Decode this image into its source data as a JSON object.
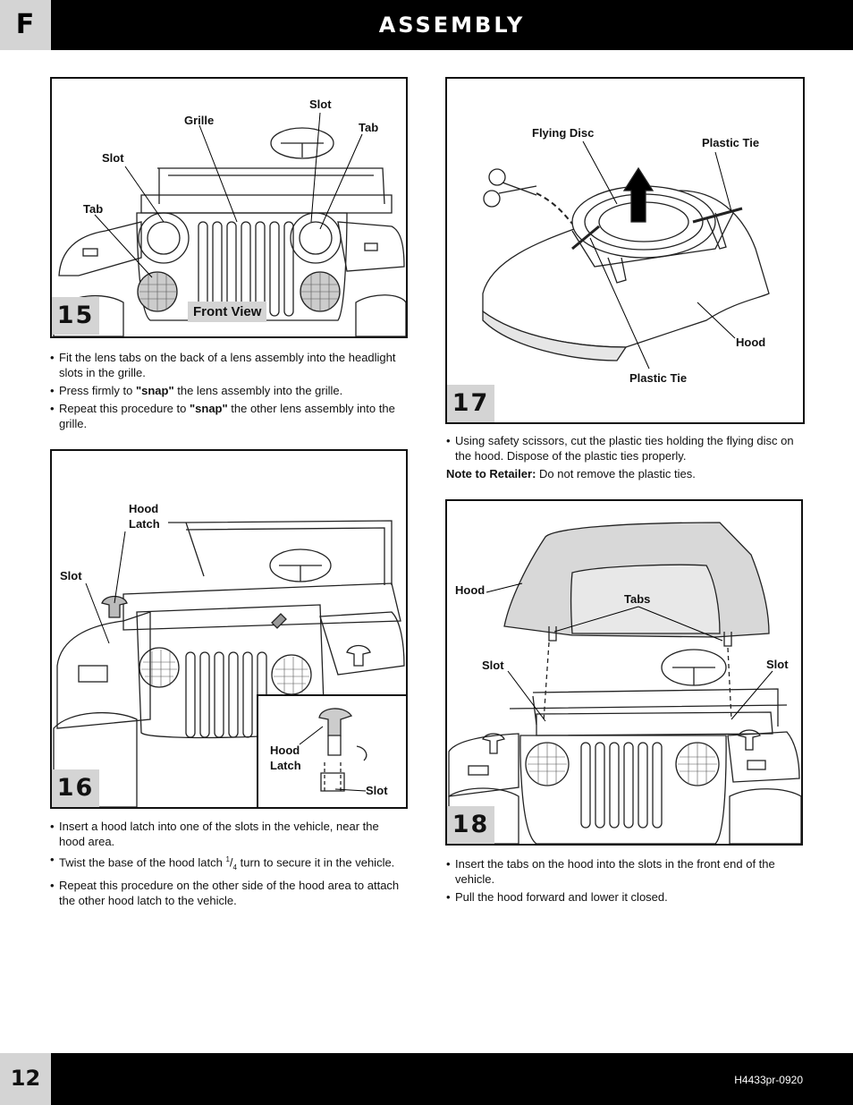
{
  "header": {
    "section_letter": "F",
    "title": "ASSEMBLY"
  },
  "footer": {
    "page_number": "12",
    "doc_code": "H4433pr-0920"
  },
  "step15": {
    "number": "15",
    "labels": {
      "grille": "Grille",
      "slot_top": "Slot",
      "tab_top": "Tab",
      "slot_left": "Slot",
      "tab_left": "Tab"
    },
    "view_label": "Front View",
    "bullets": [
      "Fit the lens tabs on the back of a lens assembly into the headlight slots in the grille.",
      {
        "pre": "Press firmly to ",
        "bold": "\"snap\"",
        "post": " the lens assembly into the grille."
      },
      {
        "pre": "Repeat this procedure to ",
        "bold": "\"snap\"",
        "post": " the other lens assembly into the grille."
      }
    ]
  },
  "step16": {
    "number": "16",
    "labels": {
      "hood_latch_top": "Hood\nLatch",
      "slot_left": "Slot",
      "hood_latch_inset": "Hood\nLatch",
      "slot_inset": "Slot"
    },
    "bullets": [
      "Insert a hood latch into one of the slots in the vehicle, near the hood area.",
      {
        "pre": "Twist the base of the hood latch ",
        "frac_num": "1",
        "frac_den": "4",
        "post": " turn to secure it in the vehicle."
      },
      "Repeat this procedure on the other side of the hood area to attach the other hood latch to the vehicle."
    ]
  },
  "step17": {
    "number": "17",
    "labels": {
      "flying_disc": "Flying Disc",
      "plastic_tie_top": "Plastic Tie",
      "hood": "Hood",
      "plastic_tie_bottom": "Plastic Tie"
    },
    "bullets": [
      "Using safety scissors, cut the plastic ties holding the flying disc on the hood. Dispose of the plastic ties properly."
    ],
    "note": {
      "label": "Note to Retailer:",
      "text": " Do not remove the plastic ties."
    }
  },
  "step18": {
    "number": "18",
    "labels": {
      "hood": "Hood",
      "tabs": "Tabs",
      "slot_left": "Slot",
      "slot_right": "Slot"
    },
    "bullets": [
      "Insert the tabs on the hood into the slots in the front end of the vehicle.",
      "Pull the hood forward and lower it closed."
    ]
  },
  "colors": {
    "header_bg": "#000000",
    "tab_gray": "#d4d4d4"
  },
  "icons": [
    "scissors-icon",
    "up-arrow-icon"
  ]
}
